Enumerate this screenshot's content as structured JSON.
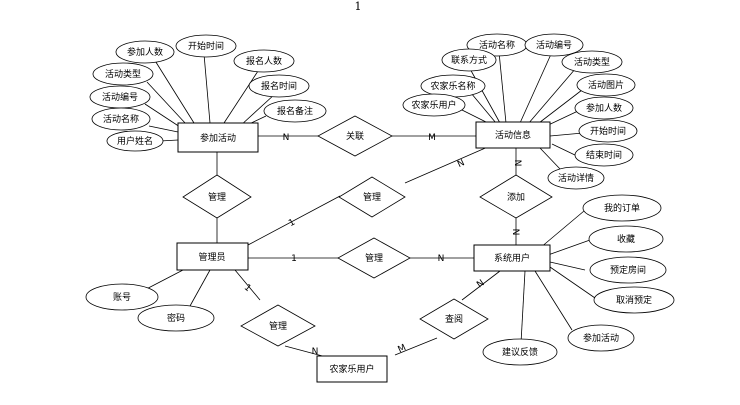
{
  "page_number": "1",
  "entities": {
    "join_activity": "参加活动",
    "activity_info": "活动信息",
    "admin": "管理员",
    "system_user": "系统用户",
    "farm_user": "农家乐用户"
  },
  "relations": {
    "join_manage": "管理",
    "assoc": "关联",
    "admin_activity": "管理",
    "add": "添加",
    "admin_user": "管理",
    "admin_farm": "管理",
    "query": "查阅"
  },
  "attributes": {
    "join_activity": [
      "参加人数",
      "开始时间",
      "报名人数",
      "活动类型",
      "报名时间",
      "活动编号",
      "报名备注",
      "活动名称",
      "用户姓名"
    ],
    "activity_info": [
      "活动名称",
      "活动编号",
      "联系方式",
      "活动类型",
      "农家乐名称",
      "活动图片",
      "农家乐用户",
      "参加人数",
      "开始时间",
      "结束时间",
      "活动详情"
    ],
    "admin": [
      "账号",
      "密码"
    ],
    "system_user": [
      "我的订单",
      "收藏",
      "预定房间",
      "取消预定",
      "参加活动",
      "建议反馈"
    ]
  },
  "cardinalities": {
    "join_assoc": "N",
    "assoc_activity": "M",
    "activity_mgr": "N",
    "activity_add": "N",
    "add_user": "N",
    "mgr_admin": "1",
    "admin_mgr": "1",
    "mgr_user": "N",
    "admin_farm_mgr": "1",
    "farm_mgr_farm": "N",
    "user_query": "N",
    "query_farm": "M"
  }
}
